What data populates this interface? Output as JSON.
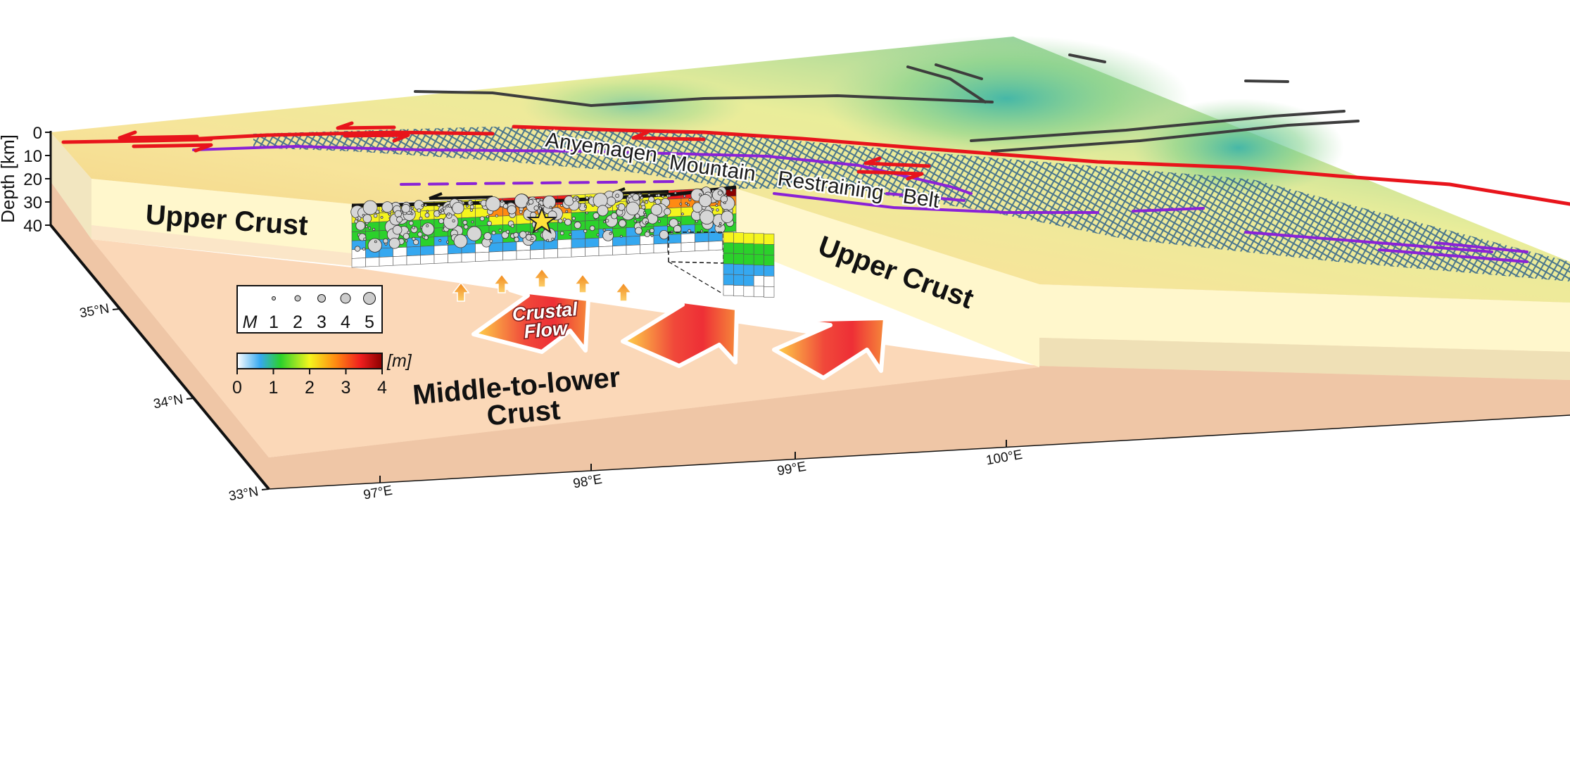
{
  "layers": {
    "upper_left": "Upper Crust",
    "upper_right": "Upper Crust",
    "lower_line1": "Middle-to-lower",
    "lower_line2": "Crust"
  },
  "flow": {
    "line1": "Crustal",
    "line2": "Flow"
  },
  "belt": {
    "word1": "Anyemaqen",
    "word2": "Mountain",
    "word3": "Restraining",
    "word4": "Belt"
  },
  "depth_axis": {
    "label": "Depth [km]",
    "ticks": [
      "0",
      "10",
      "20",
      "30",
      "40"
    ]
  },
  "lat_ticks": [
    "35°N",
    "34°N",
    "33°N"
  ],
  "lon_ticks": [
    "97°E",
    "98°E",
    "99°E",
    "100°E"
  ],
  "legend_magnitude": {
    "label": "M",
    "values": [
      "1",
      "2",
      "3",
      "4",
      "5"
    ]
  },
  "legend_slip": {
    "unit": "[m]",
    "ticks": [
      "0",
      "1",
      "2",
      "3",
      "4"
    ],
    "colors": [
      "#ffffff",
      "#35a8f0",
      "#2bd12b",
      "#f5f51e",
      "#ff8a12",
      "#f01e1e",
      "#8a0000"
    ]
  },
  "colors": {
    "fault_active": "#e8141b",
    "fault_other": "#8a22d6",
    "fault_old": "#3d3d3d",
    "crust_upper": "#fff7cc",
    "crust_lower": "#fbd8b8",
    "belt_hatch": "#2a5f8a"
  }
}
